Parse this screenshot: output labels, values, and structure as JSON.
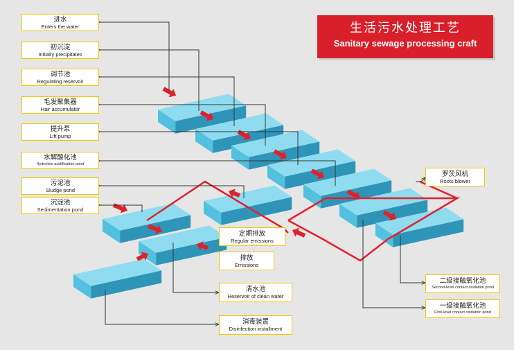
{
  "title": {
    "zh": "生活污水处理工艺",
    "en": "Sanitary sewage processing craft"
  },
  "labels": {
    "enters_water": {
      "zh": "进水",
      "en": "Enters the water"
    },
    "initially_precipitates": {
      "zh": "初沉淀",
      "en": "Initially precipitates"
    },
    "regulating_reservoir": {
      "zh": "调节池",
      "en": "Regulating reservoir"
    },
    "hair_accumulator": {
      "zh": "毛发聚集器",
      "en": "Hair accumulator"
    },
    "lift_pump": {
      "zh": "提升泵",
      "en": "Lift pump"
    },
    "hydrolysis_pond": {
      "zh": "水解酸化池",
      "en": "Hydrolisis acidification pond"
    },
    "sludge_pond": {
      "zh": "污泥池",
      "en": "Sludge pond"
    },
    "sedimentation_pond": {
      "zh": "沉淀池",
      "en": "Sedimentation pond"
    },
    "regular_emissions": {
      "zh": "定期排放",
      "en": "Regular emissions"
    },
    "emissions": {
      "zh": "排放",
      "en": "Emissions"
    },
    "clean_water": {
      "zh": "清水池",
      "en": "Reservoir of clean water"
    },
    "disinfection": {
      "zh": "消毒装置",
      "en": "Disinfection installment"
    },
    "roots_blower": {
      "zh": "罗茨风机",
      "en": "Roots blower"
    },
    "second_contact": {
      "zh": "二级接触氧化池",
      "en": "Second-level contact oxidation pond"
    },
    "first_contact": {
      "zh": "一级接触氧化池",
      "en": "First-level contact oxidation pond"
    }
  },
  "colors": {
    "background": "#e6e6e6",
    "tank_top": "#8fdcf0",
    "tank_front": "#52c0de",
    "tank_side": "#2f95b8",
    "air_pipe": "#e0212b",
    "flow_arrow": "#e0212b",
    "leader_line": "#333333",
    "label_border": "#f2c600",
    "title_bg": "#d9202a"
  }
}
